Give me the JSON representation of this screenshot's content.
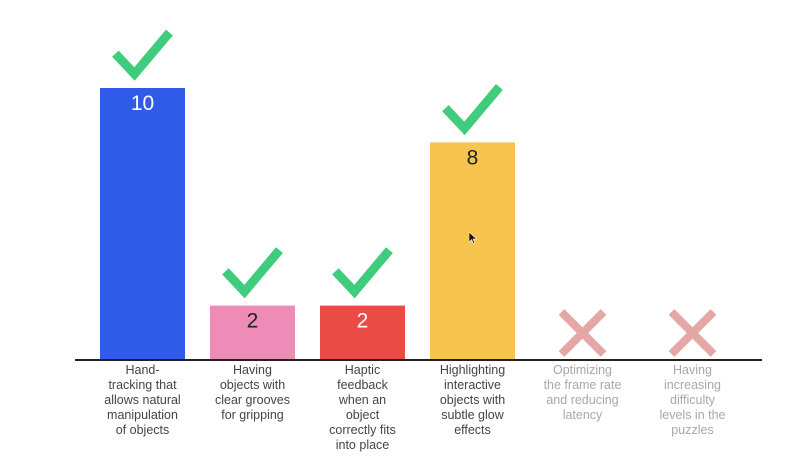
{
  "chart_data": {
    "type": "bar",
    "categories": [
      "Hand-tracking that allows natural manipulation of objects",
      "Having objects with clear grooves for gripping",
      "Haptic feedback when an object correctly fits into place",
      "Highlighting interactive objects with subtle glow effects",
      "Optimizing the frame rate and reducing latency",
      "Having increasing difficulty levels in the puzzles"
    ],
    "category_lines": [
      [
        "Hand-",
        "tracking that",
        "allows natural",
        "manipulation",
        "of objects"
      ],
      [
        "Having",
        "objects with",
        "clear grooves",
        "for gripping"
      ],
      [
        "Haptic",
        "feedback",
        "when an",
        "object",
        "correctly fits",
        "into place"
      ],
      [
        "Highlighting",
        "interactive",
        "objects with",
        "subtle glow",
        "effects"
      ],
      [
        "Optimizing",
        "the frame rate",
        "and reducing",
        "latency"
      ],
      [
        "Having",
        "increasing",
        "difficulty",
        "levels in the",
        "puzzles"
      ]
    ],
    "values": [
      10,
      2,
      2,
      8,
      0,
      0
    ],
    "value_labels": [
      "10",
      "2",
      "2",
      "8",
      "",
      ""
    ],
    "marks": [
      "check-icon",
      "check-icon",
      "check-icon",
      "check-icon",
      "cross-icon",
      "cross-icon"
    ],
    "bar_colors": [
      "#2f5be8",
      "#ee8bb6",
      "#ea4b44",
      "#f7c54f",
      "#ffffff",
      "#ffffff"
    ],
    "value_label_colors": [
      "#ffffff",
      "#222222",
      "#ffffff",
      "#222222",
      "#222222",
      "#222222"
    ],
    "label_colors": [
      "#444444",
      "#444444",
      "#444444",
      "#444444",
      "#a8a8a8",
      "#a8a8a8"
    ],
    "check_color": "#3fcc7c",
    "cross_color": "#e5a6a6",
    "ylim": [
      0,
      10
    ],
    "grid": false,
    "title": "",
    "xlabel": "",
    "ylabel": ""
  }
}
